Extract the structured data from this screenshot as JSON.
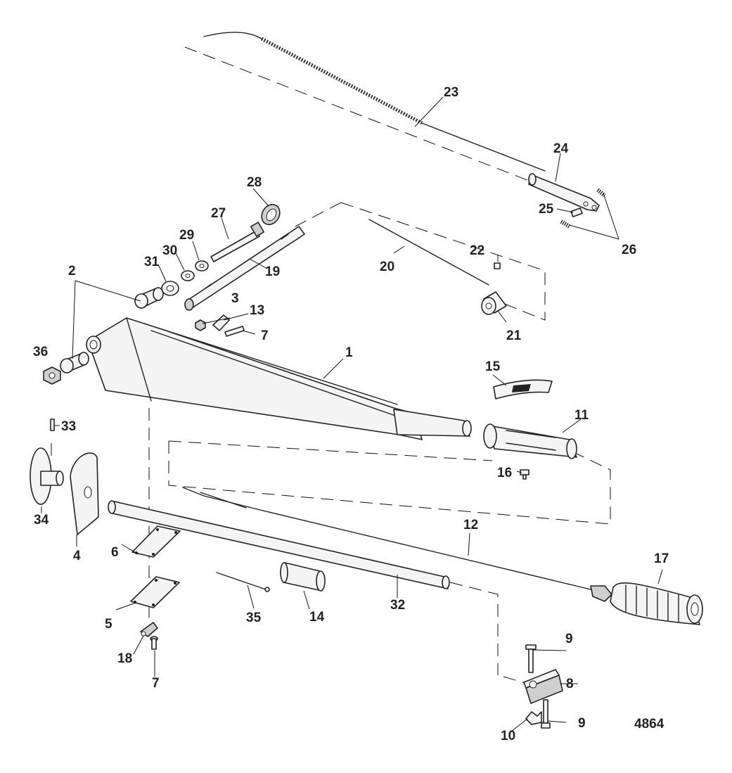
{
  "figure_number": "4864",
  "callouts": {
    "c1": "1",
    "c2": "2",
    "c3": "3",
    "c4": "4",
    "c5": "5",
    "c6": "6",
    "c7a": "7",
    "c7b": "7",
    "c8": "8",
    "c9a": "9",
    "c9b": "9",
    "c10": "10",
    "c11": "11",
    "c12": "12",
    "c13": "13",
    "c14": "14",
    "c15": "15",
    "c16": "16",
    "c17": "17",
    "c18": "18",
    "c19": "19",
    "c20": "20",
    "c21": "21",
    "c22": "22",
    "c23": "23",
    "c24": "24",
    "c25": "25",
    "c26": "26",
    "c27": "27",
    "c28": "28",
    "c29": "29",
    "c30": "30",
    "c31": "31",
    "c32": "32",
    "c33": "33",
    "c34": "34",
    "c35": "35",
    "c36": "36"
  }
}
